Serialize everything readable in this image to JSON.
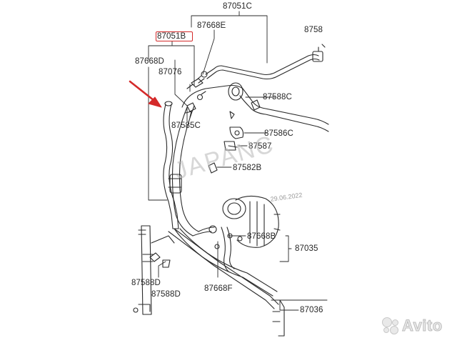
{
  "labels": {
    "l_87051C": "87051C",
    "l_87058_right": "8758",
    "l_87668E": "87668E",
    "l_87051B": "87051B",
    "l_87668D": "87668D",
    "l_87076": "87076",
    "l_87588C": "87588C",
    "l_87585C": "87585C",
    "l_87586C": "87586C",
    "l_87587": "87587",
    "l_87582B": "87582B",
    "l_87668B": "87668B",
    "l_87035": "87035",
    "l_87588D_1": "87588D",
    "l_87588D_2": "87588D",
    "l_87668F": "87668F",
    "l_87036": "87036"
  },
  "highlight": {
    "color": "#d42a2a",
    "part": "87051B"
  },
  "watermark": {
    "text": "JAPANC",
    "date": "29.06.2022"
  },
  "brand": {
    "name": "Avito"
  }
}
